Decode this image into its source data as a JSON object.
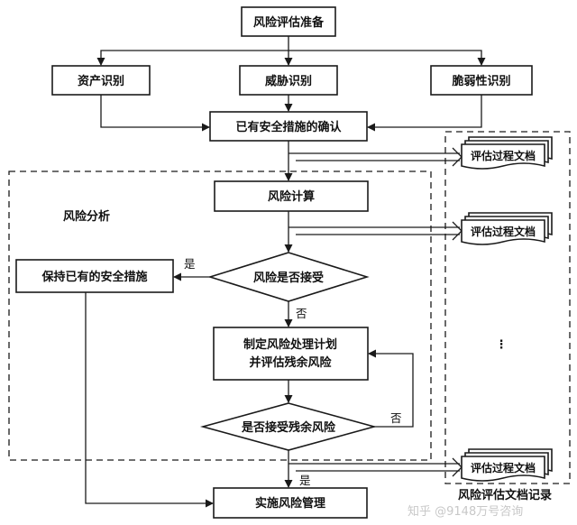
{
  "nodes": {
    "prepare": "风险评估准备",
    "asset": "资产识别",
    "threat": "威胁识别",
    "vuln": "脆弱性识别",
    "confirm": "已有安全措施的确认",
    "calc": "风险计算",
    "accept": "风险是否接受",
    "keep": "保持已有的安全措施",
    "plan_line1": "制定风险处理计划",
    "plan_line2": "并评估残余风险",
    "accept_residual": "是否接受残余风险",
    "implement": "实施风险管理"
  },
  "labels": {
    "analysis_region": "风险分析",
    "yes_1": "是",
    "no_1": "否",
    "no_2": "否",
    "yes_2": "是",
    "record_region": "风险评估文档记录",
    "ellipsis": "⋮"
  },
  "documents": [
    "评估过程文档",
    "评估过程文档",
    "评估过程文档"
  ],
  "watermark": "知乎 @9148万号咨询"
}
